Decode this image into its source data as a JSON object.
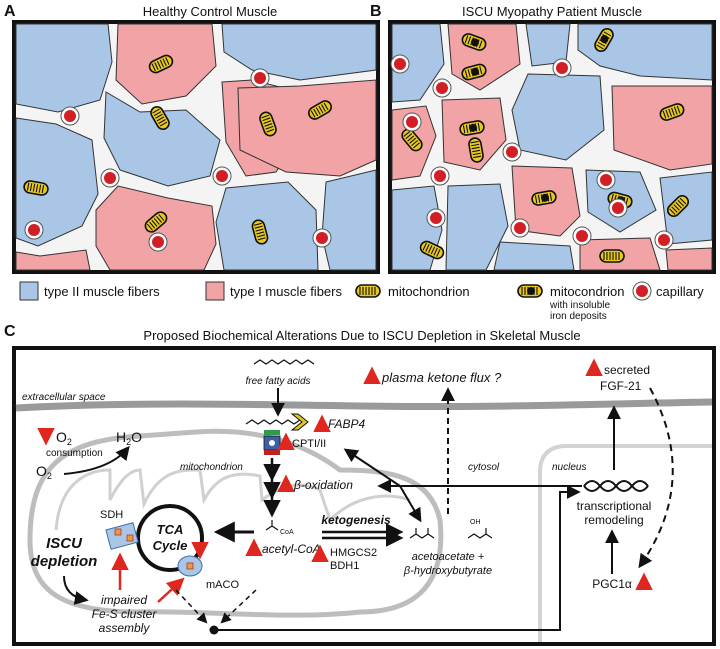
{
  "panels": {
    "a": {
      "letter": "A",
      "title": "Healthy Control Muscle"
    },
    "b": {
      "letter": "B",
      "title": "ISCU Myopathy Patient Muscle"
    },
    "c": {
      "letter": "C",
      "title": "Proposed Biochemical Alterations Due to ISCU Depletion in Skeletal Muscle"
    }
  },
  "legend": {
    "type2": "type II muscle fibers",
    "type1": "type I muscle fibers",
    "mito": "mitochondrion",
    "mito_iron_1": "mitocondrion",
    "mito_iron_2": "with insoluble",
    "mito_iron_3": "iron deposits",
    "capillary": "capillary"
  },
  "pathway": {
    "free_fatty_acids": "free fatty acids",
    "plasma_ketone": "plasma ketone flux ?",
    "secreted": "secreted",
    "fgf21": "FGF-21",
    "extracellular": "extracellular space",
    "fabp4": "FABP4",
    "cpt": "CPTI/II",
    "o2_top": "O",
    "o2_sub": "2",
    "consumption": "consumption",
    "h2o_h": "H",
    "h2o_sub": "2",
    "h2o_o": "O",
    "o2b": "O",
    "o2b_sub": "2",
    "mitochondrion": "mitochondrion",
    "cytosol": "cytosol",
    "nucleus": "nucleus",
    "beta_ox": "β-oxidation",
    "tca1": "TCA",
    "tca2": "Cycle",
    "sdh": "SDH",
    "maco": "mACO",
    "coa": "CoA",
    "acetyl": "acetyl-CoA",
    "ketogenesis": "ketogenesis",
    "hmgcs2": "HMGCS2",
    "bdh1": "BDH1",
    "oh": "OH",
    "acetoacetate": "acetoacetate +",
    "hydroxy": "β-hydroxybutyrate",
    "transcriptional": "transcriptional",
    "remodeling": "remodeling",
    "pgc": "PGC1α",
    "iscu1": "ISCU",
    "iscu2": "depletion",
    "impaired1": "impaired",
    "impaired2": "Fe-S cluster",
    "impaired3": "assembly"
  },
  "colors": {
    "type2": "#a9c6e6",
    "type1": "#f1a3a6",
    "capillary": "#d21f26",
    "mito_fill": "#e9c81e",
    "gap": "#f4f4f4",
    "red_arrow": "#e0271f",
    "membrane": "#bdbdbd"
  }
}
